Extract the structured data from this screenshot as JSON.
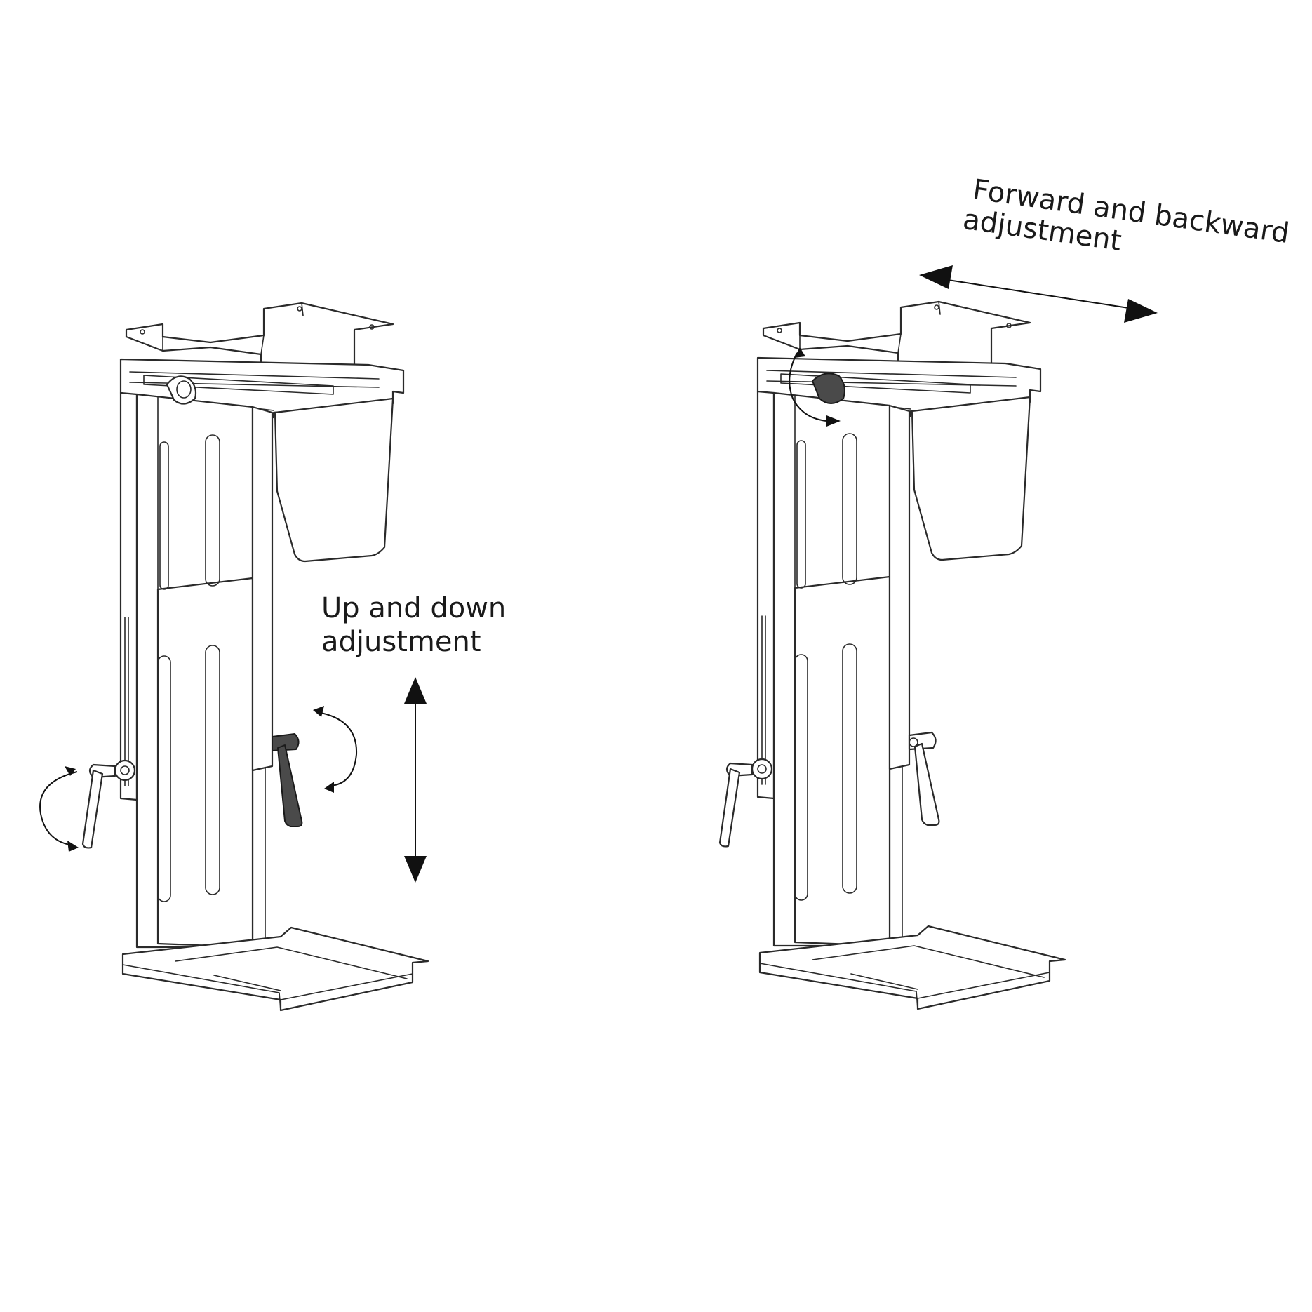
{
  "labels": {
    "up_down_line1": "Up and down",
    "up_down_line2": "adjustment",
    "forward_backward_line1": "Forward and backward",
    "forward_backward_line2": "adjustment"
  },
  "colors": {
    "line": "#2a2a2a",
    "knob_dark": "#4a4a4a",
    "background": "#ffffff"
  }
}
